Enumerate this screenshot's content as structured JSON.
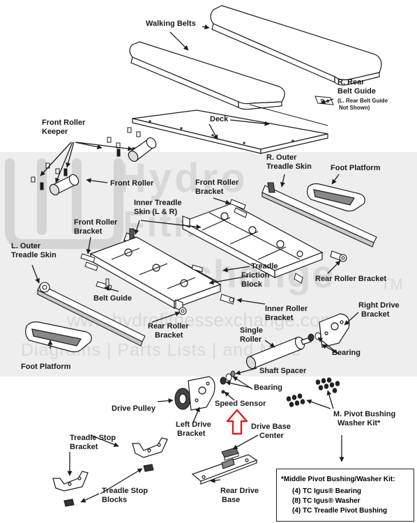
{
  "watermark": {
    "brand_line1": "Hydro",
    "brand_line2": "Fitness",
    "brand_line3": "Exchange",
    "tm": "TM",
    "url": "www.hydrofitnessexchange.com",
    "tagline": "Diagrams | Parts Lists | and More"
  },
  "labels": {
    "walking_belts": "Walking Belts",
    "r_rear_belt_guide_1": "R. Rear",
    "r_rear_belt_guide_2": "Belt Guide",
    "l_rear_note_1": "(L. Rear Belt Guide",
    "l_rear_note_2": "Not Shown)",
    "deck": "Deck",
    "front_roller_keeper_1": "Front Roller",
    "front_roller_keeper_2": "Keeper",
    "front_roller": "Front Roller",
    "r_outer_skin_1": "R. Outer",
    "r_outer_skin_2": "Treadle Skin",
    "foot_platform_right": "Foot Platform",
    "front_roller_bracket_top_1": "Front Roller",
    "front_roller_bracket_top_2": "Bracket",
    "inner_treadle_skin_1": "Inner Treadle",
    "inner_treadle_skin_2": "Skin (L & R)",
    "front_roller_bracket_left_1": "Front Roller",
    "front_roller_bracket_left_2": "Bracket",
    "l_outer_skin_1": "L. Outer",
    "l_outer_skin_2": "Treadle Skin",
    "treadle_friction_block_1": "Treadle",
    "treadle_friction_block_2": "Friction",
    "treadle_friction_block_3": "Block",
    "rear_roller_bracket_right": "Rear Roller Bracket",
    "belt_guide": "Belt Guide",
    "inner_roller_bracket_1": "Inner Roller",
    "inner_roller_bracket_2": "Bracket",
    "right_drive_bracket_1": "Right Drive",
    "right_drive_bracket_2": "Bracket",
    "rear_roller_bracket_left_1": "Rear Roller",
    "rear_roller_bracket_left_2": "Bracket",
    "single_roller_1": "Single",
    "single_roller_2": "Roller",
    "bearing_right": "Bearing",
    "foot_platform_left": "Foot Platform",
    "shaft_spacer": "Shaft Spacer",
    "bearing_center": "Bearing",
    "drive_pulley": "Drive Pulley",
    "speed_sensor": "Speed Sensor",
    "m_pivot_kit_1": "M. Pivot Bushing",
    "m_pivot_kit_2": "Washer Kit*",
    "left_drive_bracket_1": "Left Drive",
    "left_drive_bracket_2": "Bracket",
    "drive_base_center_1": "Drive Base",
    "drive_base_center_2": "Center",
    "treadle_stop_bracket_1": "Treadle Stop",
    "treadle_stop_bracket_2": "Bracket",
    "treadle_stop_blocks_1": "Treadle Stop",
    "treadle_stop_blocks_2": "Blocks",
    "rear_drive_base_1": "Rear Drive",
    "rear_drive_base_2": "Base"
  },
  "kit_box": {
    "title": "*Middle Pivot Bushing/Washer Kit:",
    "items": [
      "(4) TC Igus® Bearing",
      "(8) TC Igus® Washer",
      "(4) TC Treadle Pivot Bushing"
    ]
  },
  "colors": {
    "highlight_arrow": "#d42020",
    "line": "#1a1a1a",
    "watermark_band": "#eeeeee"
  }
}
